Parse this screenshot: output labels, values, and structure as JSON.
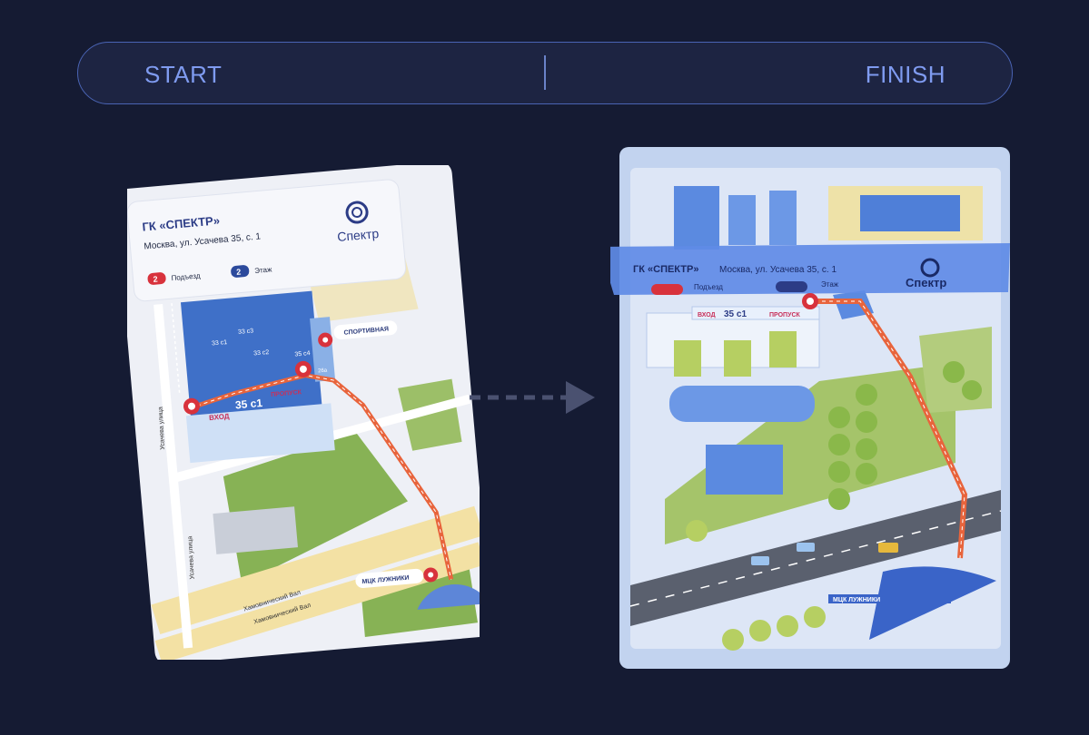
{
  "progress_bar": {
    "start_label": "START",
    "finish_label": "FINISH"
  },
  "before_map": {
    "company": "ГК «СПЕКТР»",
    "address": "Москва, ул. Усачева 35, с. 1",
    "entrance_number": "2",
    "entrance_label": "Подъезд",
    "floor_number": "2",
    "floor_label": "Этаж",
    "logo_text": "Спектр",
    "building_main": "35 с1",
    "building_33c1": "33 с1",
    "building_33c3": "33 с3",
    "building_33c2": "33 с2",
    "building_35c4": "35 с4",
    "building_26a": "26а",
    "entrance_marker": "ВХОД",
    "pass_marker": "ПРОПУСК",
    "metro_sport": "СПОРТИВНАЯ",
    "metro_luzhniki": "МЦК ЛУЖНИКИ",
    "street_usacheva_1": "Усачева улица",
    "street_usacheva_2": "Усачева улица",
    "street_khamovnichesky_1": "Хамовнический Вал",
    "street_khamovnichesky_2": "Хамовнический Вал"
  },
  "after_map": {
    "company": "ГК «СПЕКТР»",
    "address": "Москва, ул. Усачева 35, с. 1",
    "entrance_label": "Подъезд",
    "floor_label": "Этаж",
    "logo_text": "Спектр",
    "building_main": "35 с1",
    "entrance_marker": "ВХОД",
    "pass_marker": "ПРОПУСК",
    "metro_luzhniki": "МЦК ЛУЖНИКИ"
  },
  "colors": {
    "background": "#151b33",
    "accent": "#7f9bf0",
    "route": "#e8643c",
    "marker_red": "#d8323c",
    "building_blue": "#3f70c8",
    "park_green": "#7fae4a"
  }
}
